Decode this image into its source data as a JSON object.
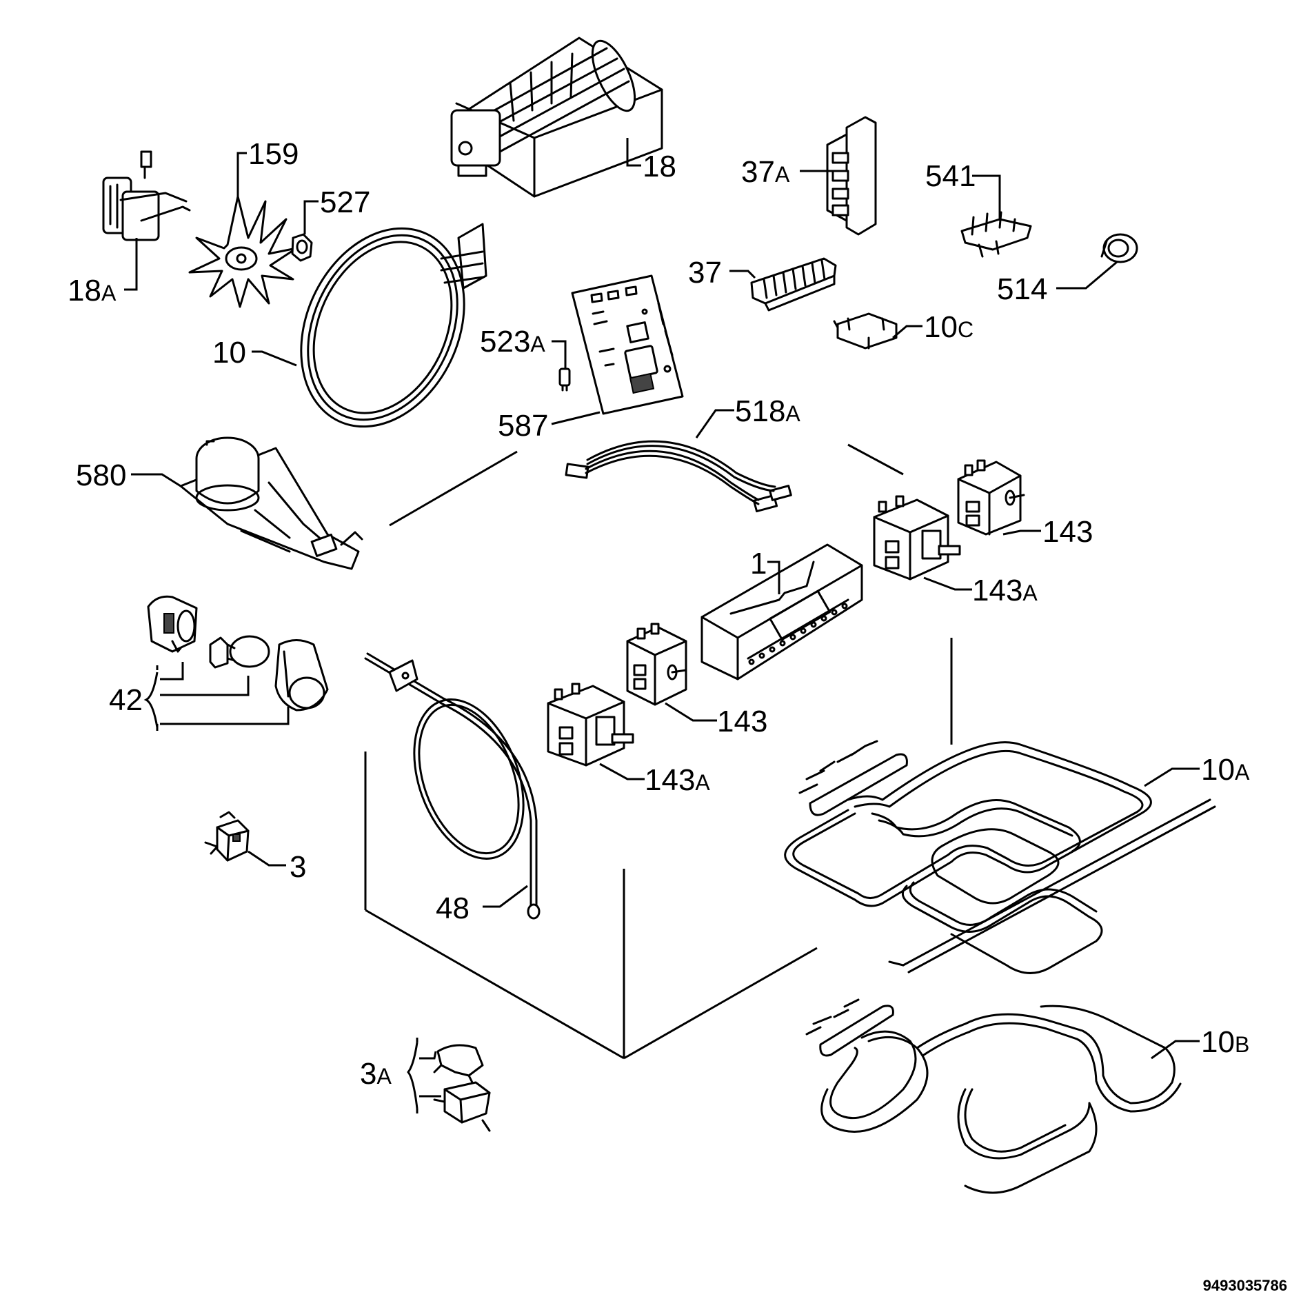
{
  "labels": {
    "l18": {
      "num": "18",
      "suf": ""
    },
    "l159": {
      "num": "159",
      "suf": ""
    },
    "l527": {
      "num": "527",
      "suf": ""
    },
    "l18a": {
      "num": "18",
      "suf": "A"
    },
    "l10": {
      "num": "10",
      "suf": ""
    },
    "l37a": {
      "num": "37",
      "suf": "A"
    },
    "l541": {
      "num": "541",
      "suf": ""
    },
    "l37": {
      "num": "37",
      "suf": ""
    },
    "l514": {
      "num": "514",
      "suf": ""
    },
    "l523a": {
      "num": "523",
      "suf": "A"
    },
    "l10c": {
      "num": "10",
      "suf": "C"
    },
    "l587": {
      "num": "587",
      "suf": ""
    },
    "l518a": {
      "num": "518",
      "suf": "A"
    },
    "l580": {
      "num": "580",
      "suf": ""
    },
    "l143r": {
      "num": "143",
      "suf": ""
    },
    "l143ar": {
      "num": "143",
      "suf": "A"
    },
    "l1": {
      "num": "1",
      "suf": ""
    },
    "l42": {
      "num": "42",
      "suf": ""
    },
    "l143m": {
      "num": "143",
      "suf": ""
    },
    "l143am": {
      "num": "143",
      "suf": "A"
    },
    "l10a": {
      "num": "10",
      "suf": "A"
    },
    "l3": {
      "num": "3",
      "suf": ""
    },
    "l48": {
      "num": "48",
      "suf": ""
    },
    "l10b": {
      "num": "10",
      "suf": "B"
    },
    "l3a": {
      "num": "3",
      "suf": "A"
    }
  },
  "drawing_code": "9493035786"
}
